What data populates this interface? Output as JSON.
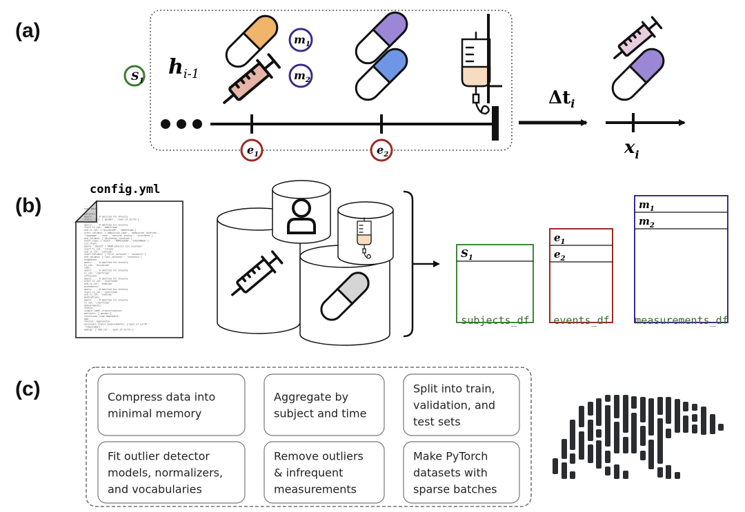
{
  "panels": {
    "a": {
      "label": "(a)",
      "history_label": "h",
      "history_sub": "i-1",
      "subject_label": "S",
      "subject_sub": "1",
      "event_labels": [
        {
          "base": "e",
          "sub": "1"
        },
        {
          "base": "e",
          "sub": "2"
        }
      ],
      "measurement_labels": [
        {
          "base": "m",
          "sub": "1"
        },
        {
          "base": "m",
          "sub": "2"
        }
      ],
      "delta_label": "Δt",
      "delta_sub": "i",
      "next_label": "x",
      "next_sub": "i",
      "icons": [
        "pill-icon",
        "syringe-icon",
        "iv-bag-icon"
      ]
    },
    "b": {
      "label": "(b)",
      "config_filename": "config.yml",
      "yaml_lines": [
        "  ...",
        "root_base",
        "  ...",
        "patients:",
        "  query: ... # omitted for brevity",
        "  static_cols: ['gender', 'year_of_birth']",
        "admissions:",
        "  query: ... # omitted for brevity",
        "  start_ts_col: 'admittime'",
        "  end_ts_col: ['dischtime', 'deathtime']",
        "  start_columns: ['admission_type', 'admission_location',",
        "'language', 'race', 'marital_status', 'insurance']",
        "  end_columns: ['discharge_location']",
        "  event_type: ['VISIT', 'ADMISSION', 'DISCHARGE']",
        "icu_stays:",
        "  query: 'SELECT * FROM mimiciv.icu.icustays'",
        "  start_ts_col: 'intime'",
        "  end_ts_col: 'outtime'",
        "  start_columns: ['first_careunit': 'careunit']",
        "  end_columns: ['last_careunit': 'careunit']",
        "diagnoses:",
        "  query: ... # omitted for brevity",
        "  ts_col: 'dischtime'",
        "labs:",
        "  query: ... # omitted for brevity",
        "  ts_col: 'charttime'",
        "infusions:",
        "  query: ... # omitted for brevity",
        "  start_ts_col: 'starttime'",
        "  end_ts_col: 'endtime'",
        "procedures:",
        "  query: ... # omitted for brevity",
        "  start_ts_col: 'starttime'",
        "  end_ts_col: 'endtime'",
        "medications:",
        "  query: ... # omitted for brevity",
        "  ts_col: 'charttime'",
        "measurements:",
        "  static:",
        "    single_label_classification:",
        "      patients: ['gender']",
        "  functional_time_dependent:",
        "    age:",
        "      functor: AgeFunctor",
        "      necessary_static_measurements: {'year_of_birth':",
        "'timestamp'}",
        "      kwargs: {'dob_col': 'year_of_birth'}"
      ],
      "tables": [
        {
          "name": "subjects_df",
          "rows": [
            {
              "base": "S",
              "sub": "1"
            }
          ],
          "color": "#3b8a34"
        },
        {
          "name": "events_df",
          "rows": [
            {
              "base": "e",
              "sub": "1"
            },
            {
              "base": "e",
              "sub": "2"
            }
          ],
          "color": "#9b2a22"
        },
        {
          "name": "measurements_df",
          "rows": [
            {
              "base": "m",
              "sub": "1"
            },
            {
              "base": "m",
              "sub": "2"
            }
          ],
          "color": "#3d2a8a"
        }
      ],
      "table_label_color": "#3e6b2c"
    },
    "c": {
      "label": "(c)",
      "steps": [
        [
          "Compress data into",
          "minimal memory"
        ],
        [
          "Aggregate by",
          "subject and time"
        ],
        [
          "Split into train,",
          "validation, and",
          "test sets"
        ],
        [
          "Fit outlier detector",
          "models, normalizers,",
          "and vocabularies"
        ],
        [
          "Remove outliers",
          "& infrequent",
          "measurements"
        ],
        [
          "Make PyTorch",
          "datasets with",
          "sparse batches"
        ]
      ],
      "logo_icon": "bear-logo-icon"
    }
  },
  "colors": {
    "subject": "#3b7a2e",
    "event": "#9b2a22",
    "measurement": "#3d2a8a",
    "pill_orange": "#f0b46a",
    "pill_purple": "#9b87d6",
    "pill_blue": "#6f96e6",
    "syringe_fill": "#e7b5a8"
  }
}
